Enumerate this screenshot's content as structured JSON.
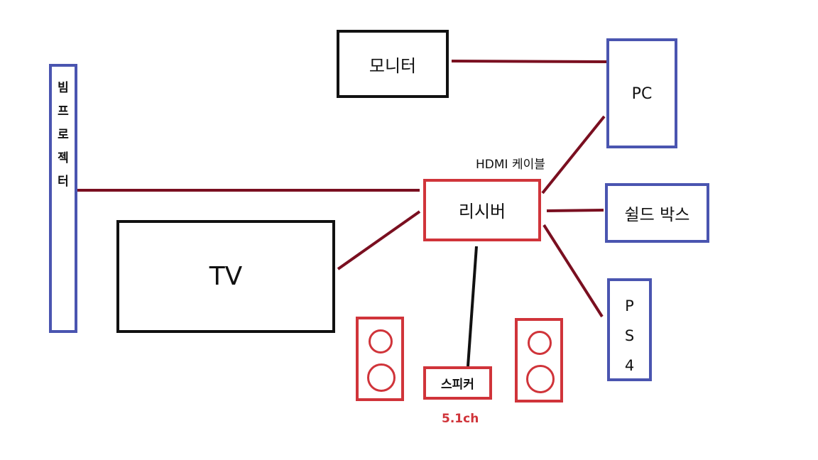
{
  "diagram": {
    "colors": {
      "black_box": "#111111",
      "blue_box": "#4a55b0",
      "red_box": "#d0343a",
      "cable": "#7a0f20",
      "speaker_cable": "#111111",
      "label_red": "#d0343a"
    },
    "nodes": {
      "projector": {
        "label_chars": [
          "빔",
          "프",
          "로",
          "젝",
          "터"
        ]
      },
      "monitor": {
        "label": "모니터"
      },
      "pc": {
        "label": "PC"
      },
      "receiver": {
        "label": "리시버"
      },
      "shield_box": {
        "label": "쉴드 박스"
      },
      "tv": {
        "label": "TV"
      },
      "ps4": {
        "label_chars": [
          "P",
          "S",
          "4"
        ]
      },
      "speaker": {
        "label": "스피커"
      }
    },
    "labels": {
      "hdmi_cable": "HDMI 케이블",
      "speaker_channels": "5.1ch"
    },
    "connections": [
      {
        "from": "monitor",
        "to": "pc"
      },
      {
        "from": "pc",
        "to": "receiver"
      },
      {
        "from": "projector",
        "to": "receiver"
      },
      {
        "from": "tv",
        "to": "receiver"
      },
      {
        "from": "receiver",
        "to": "shield_box"
      },
      {
        "from": "receiver",
        "to": "ps4"
      },
      {
        "from": "receiver",
        "to": "speaker"
      }
    ]
  }
}
